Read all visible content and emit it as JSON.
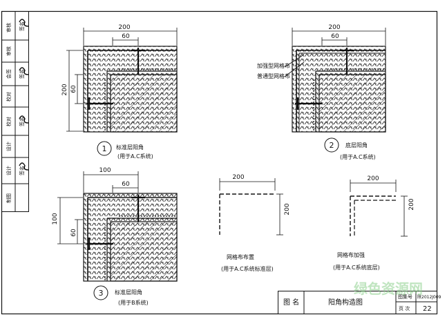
{
  "sidebar": {
    "cells": [
      {
        "label": "审核",
        "signature": "签名"
      },
      {
        "label": "审核",
        "signature": ""
      },
      {
        "label": "会签",
        "signature": "签名"
      },
      {
        "label": "校对",
        "signature": ""
      },
      {
        "label": "校对",
        "signature": "签名"
      },
      {
        "label": "设计",
        "signature": ""
      },
      {
        "label": "设计",
        "signature": "签名"
      },
      {
        "label": "制图",
        "signature": ""
      }
    ]
  },
  "details": [
    {
      "number": "1",
      "title": "标准层阳角",
      "subtitle": "(用于A.C系统)",
      "dims": {
        "top_outer": "200",
        "top_inner": "60",
        "left_outer": "200",
        "left_inner": "60"
      }
    },
    {
      "number": "2",
      "title": "底层阳角",
      "subtitle": "(用于A.C系统)",
      "dims": {
        "top_outer": "200",
        "top_inner": "60"
      },
      "callouts": [
        "加强型网格布",
        "普通型网格布"
      ]
    },
    {
      "number": "3",
      "title": "标准层阳角",
      "subtitle": "(用于B系统)",
      "dims": {
        "top_outer": "100",
        "top_inner": "60",
        "left_outer": "100",
        "left_inner": "60"
      }
    }
  ],
  "mesh_layouts": [
    {
      "title": "网格布布置",
      "subtitle": "(用于A.C系统标准层)",
      "dim_top": "200",
      "dim_side": "200"
    },
    {
      "title": "网格布加强",
      "subtitle": "(用于A.C系统底层)",
      "dim_top": "200",
      "dim_side": "200"
    }
  ],
  "title_block": {
    "drawing_label": "图 名",
    "drawing_name": "阳角构造图",
    "atlas_label": "图集号",
    "atlas_value": "陕2012J009",
    "page_label": "页 次",
    "page_value": "22"
  },
  "watermark": "绿色资源网"
}
